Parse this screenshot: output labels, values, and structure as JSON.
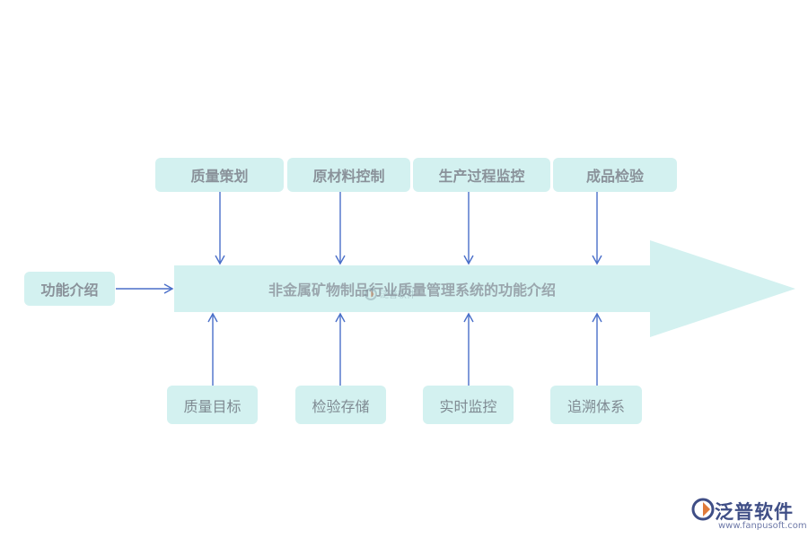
{
  "center_label": "非金属矿物制品行业质量管理系统的功能介绍",
  "left_label": "功能介绍",
  "top_items": [
    "质量策划",
    "原材料控制",
    "生产过程监控",
    "成品检验"
  ],
  "bottom_items": [
    "质量目标",
    "检验存储",
    "实时监控",
    "追溯体系"
  ],
  "colors": {
    "box_fill": "#d3f1f0",
    "connector": "#4a6fc9",
    "text": "#8a929a"
  },
  "watermark": {
    "text": "泛普软件"
  },
  "logo": {
    "name": "泛普软件",
    "url": "www.fanpusoft.com"
  }
}
